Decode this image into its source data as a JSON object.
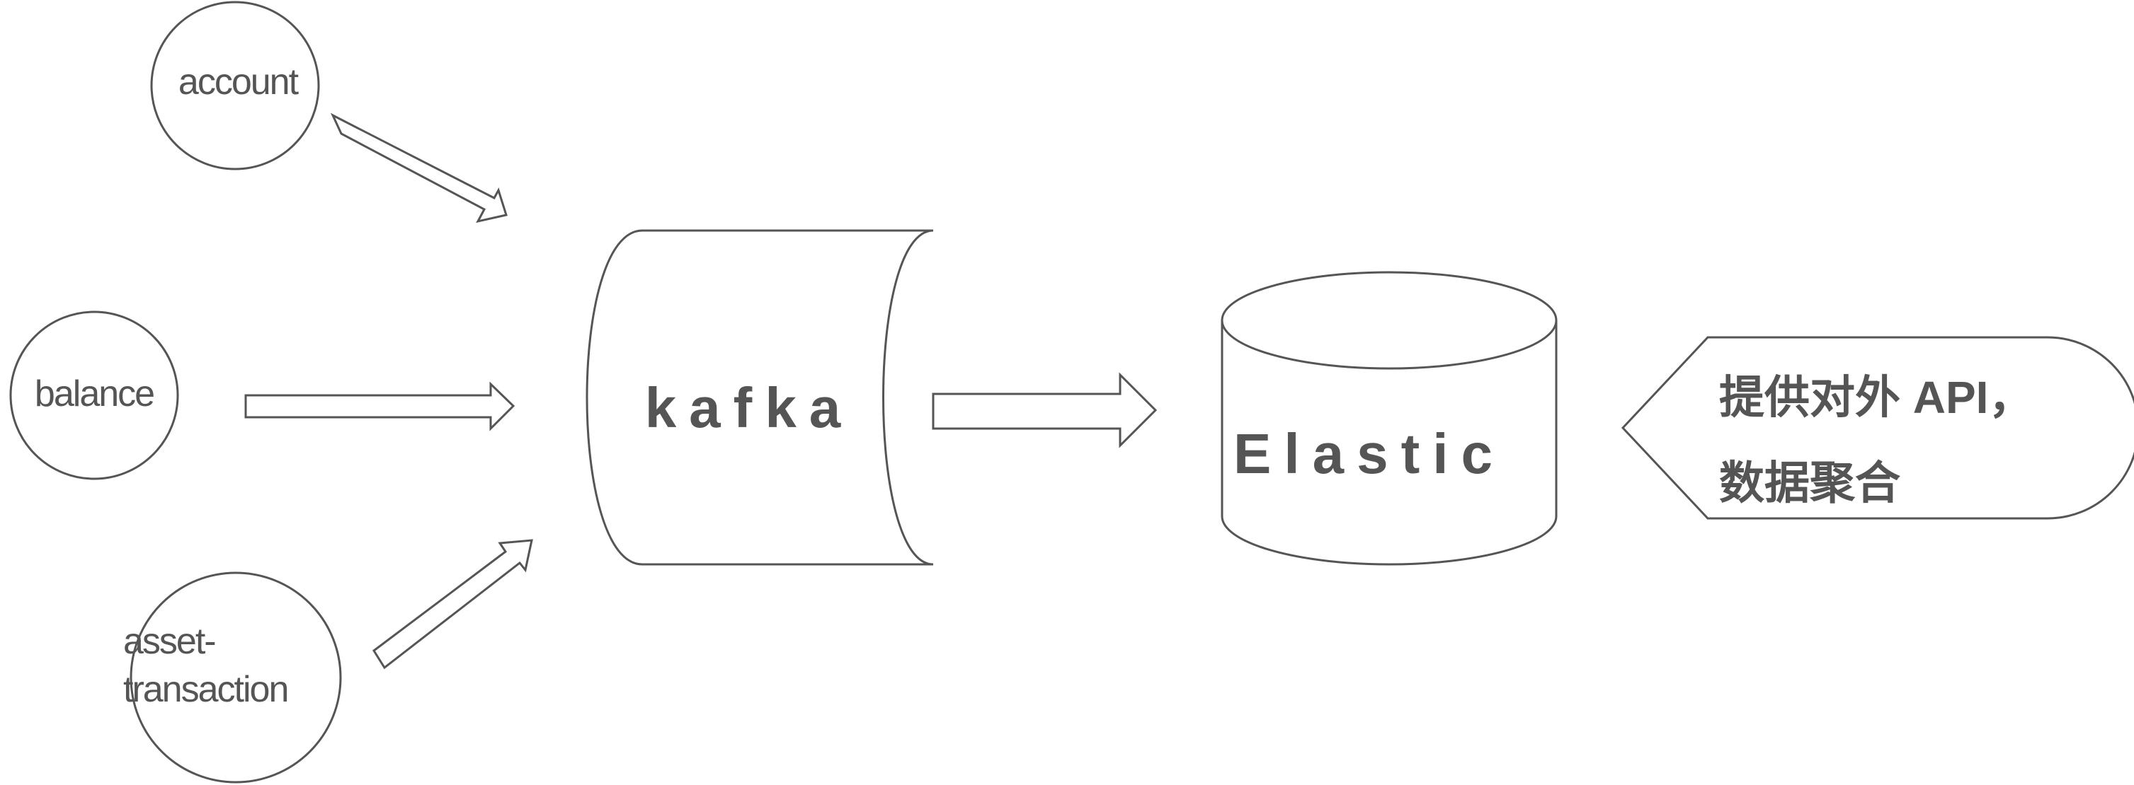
{
  "colors": {
    "stroke": "#555555",
    "text": "#555555",
    "background": "#ffffff"
  },
  "sources": {
    "account": {
      "label": "account"
    },
    "balance": {
      "label": "balance"
    },
    "asset_transaction": {
      "label_line1": "asset-",
      "label_line2": "transaction"
    }
  },
  "queue": {
    "label": "kafka"
  },
  "store": {
    "label": "Elastic"
  },
  "api": {
    "line1": "提供对外 API，",
    "line2": "数据聚合"
  }
}
